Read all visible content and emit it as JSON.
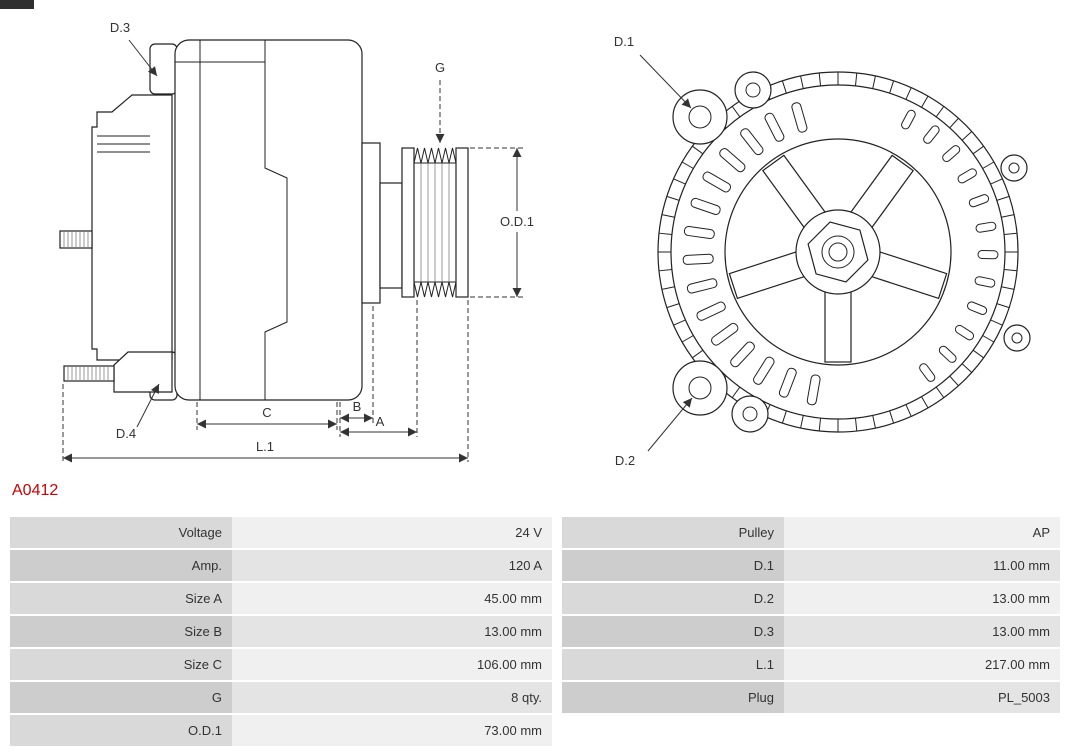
{
  "part_number": "A0412",
  "diagram": {
    "side_view": {
      "labels": {
        "d3": "D.3",
        "d4": "D.4",
        "g": "G",
        "od1": "O.D.1",
        "a": "A",
        "b": "B",
        "c": "C",
        "l1": "L.1"
      }
    },
    "front_view": {
      "labels": {
        "d1": "D.1",
        "d2": "D.2"
      }
    }
  },
  "table": {
    "rows": [
      {
        "ll": "Voltage",
        "lv": "24 V",
        "rl": "Pulley",
        "rv": "AP"
      },
      {
        "ll": "Amp.",
        "lv": "120 A",
        "rl": "D.1",
        "rv": "11.00 mm"
      },
      {
        "ll": "Size A",
        "lv": "45.00 mm",
        "rl": "D.2",
        "rv": "13.00 mm"
      },
      {
        "ll": "Size B",
        "lv": "13.00 mm",
        "rl": "D.3",
        "rv": "13.00 mm"
      },
      {
        "ll": "Size C",
        "lv": "106.00 mm",
        "rl": "L.1",
        "rv": "217.00 mm"
      },
      {
        "ll": "G",
        "lv": "8 qty.",
        "rl": "Plug",
        "rv": "PL_5003"
      },
      {
        "ll": "O.D.1",
        "lv": "73.00 mm"
      }
    ]
  },
  "colors": {
    "part_number_red": "#cc0000",
    "drawing_line": "#222222",
    "table_label_bg": "#d9d9d9",
    "table_value_bg": "#f0f0f0",
    "table_label_bg_alt": "#cdcdcd",
    "table_value_bg_alt": "#e4e4e4"
  }
}
